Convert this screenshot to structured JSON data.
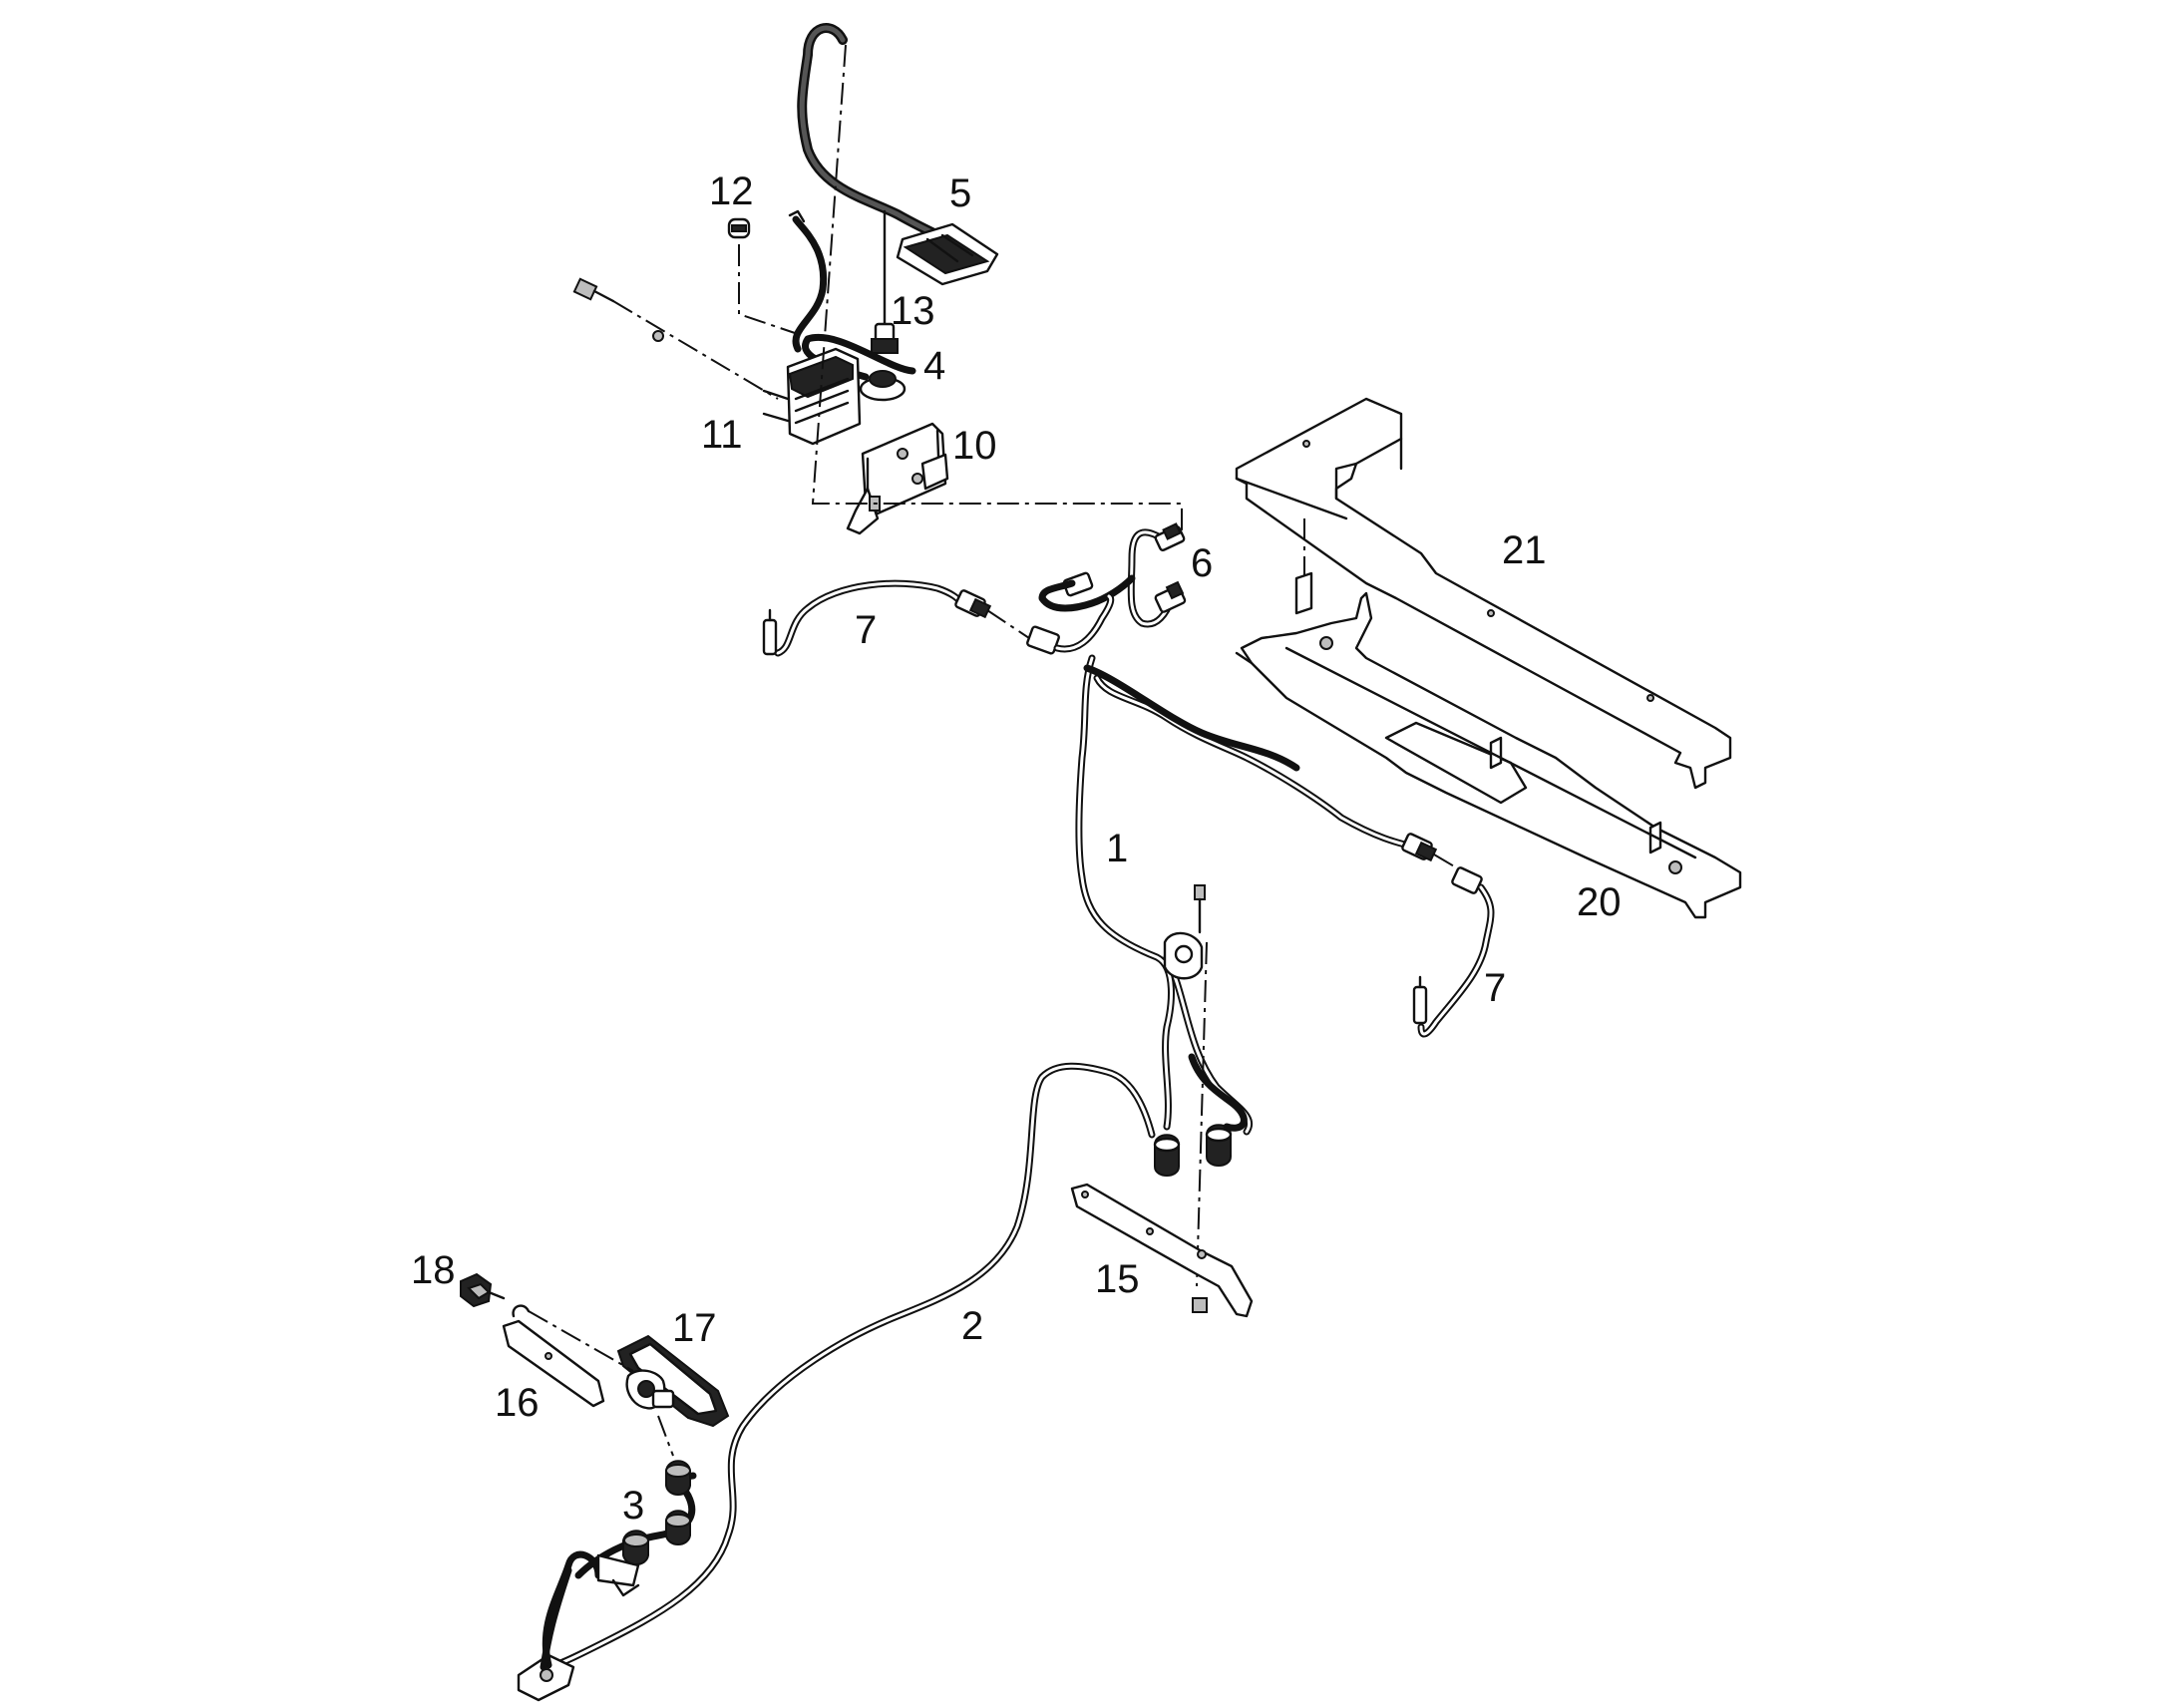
{
  "callouts": [
    {
      "id": "1",
      "text": "1"
    },
    {
      "id": "2",
      "text": "2"
    },
    {
      "id": "3",
      "text": "3"
    },
    {
      "id": "4",
      "text": "4"
    },
    {
      "id": "5",
      "text": "5"
    },
    {
      "id": "6",
      "text": "6"
    },
    {
      "id": "7a",
      "text": "7"
    },
    {
      "id": "7b",
      "text": "7"
    },
    {
      "id": "10",
      "text": "10"
    },
    {
      "id": "11",
      "text": "11"
    },
    {
      "id": "12",
      "text": "12"
    },
    {
      "id": "13",
      "text": "13"
    },
    {
      "id": "15",
      "text": "15"
    },
    {
      "id": "16",
      "text": "16"
    },
    {
      "id": "17",
      "text": "17"
    },
    {
      "id": "18",
      "text": "18"
    },
    {
      "id": "20",
      "text": "20"
    },
    {
      "id": "21",
      "text": "21"
    }
  ]
}
